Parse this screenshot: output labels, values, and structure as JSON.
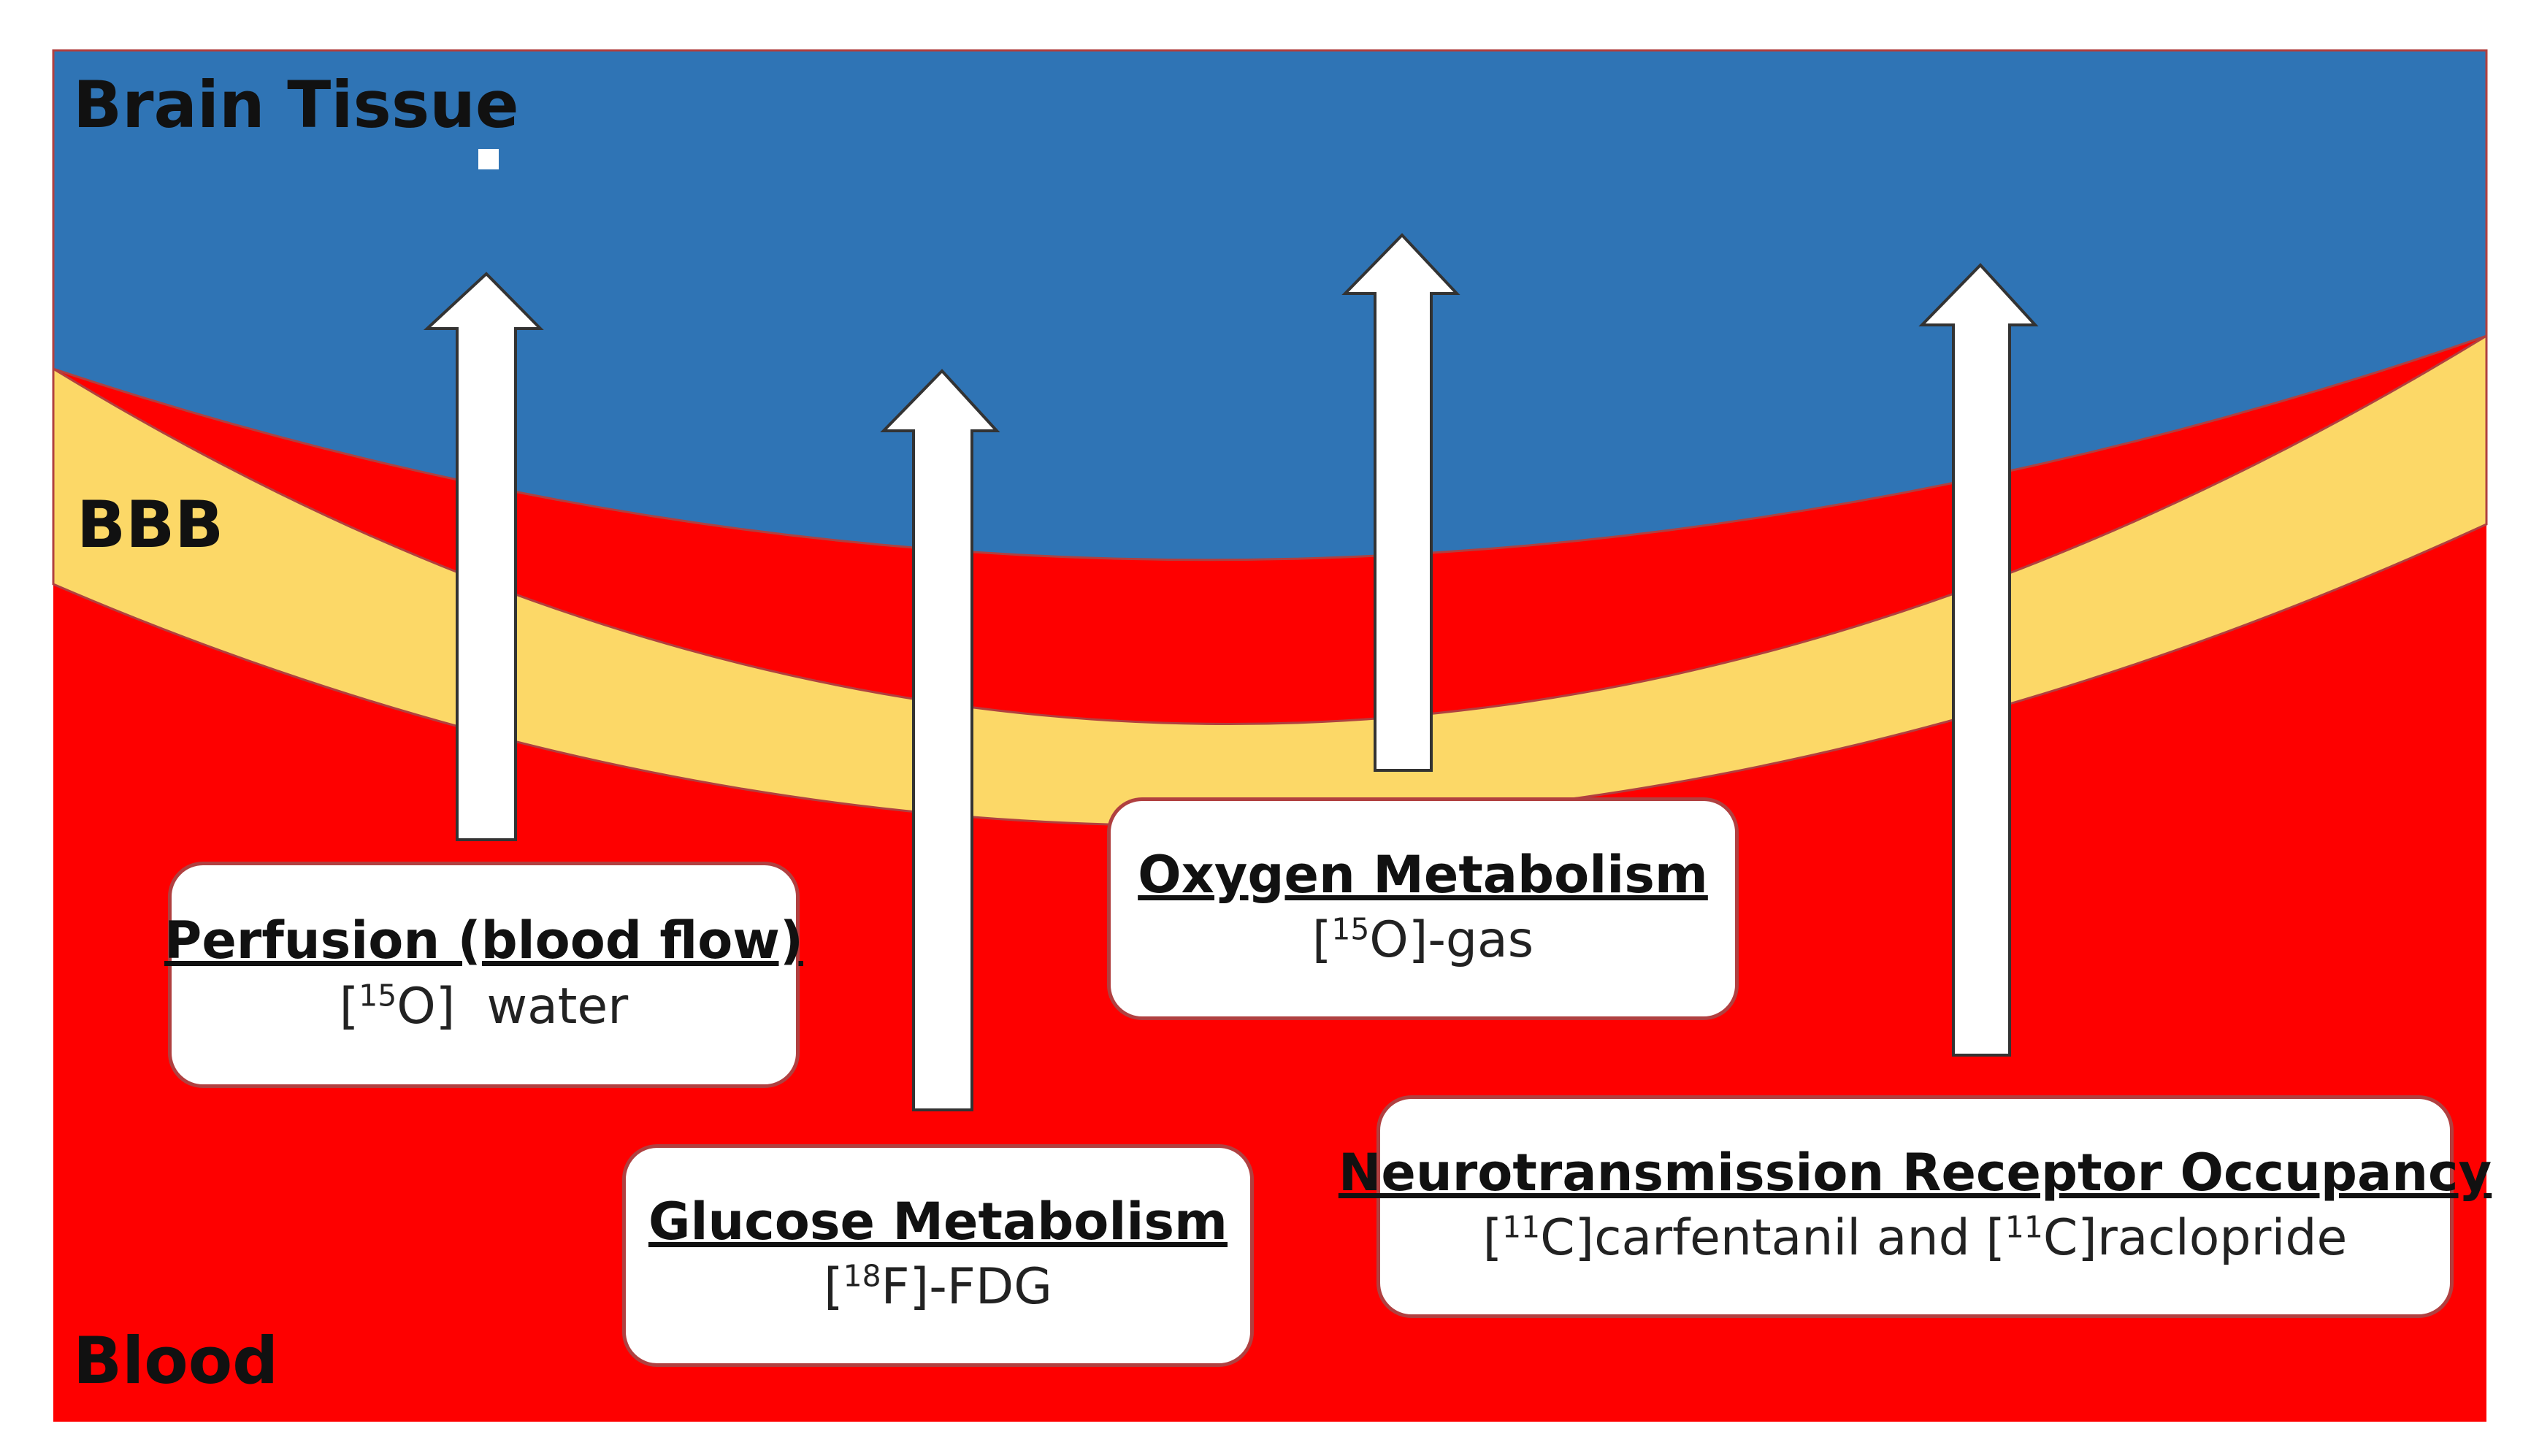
{
  "colors": {
    "brain": "#2f74b5",
    "bbb": "#fcd867",
    "blood": "#fe0000",
    "arrow_fill": "#ffffff",
    "arrow_stroke": "#333333"
  },
  "regions": {
    "brain_tissue": "Brain Tissue",
    "bbb": "BBB",
    "blood": "Blood"
  },
  "processes": [
    {
      "title": "Perfusion (blood flow)",
      "tracer": [
        {
          "t": "["
        },
        {
          "sup": "15"
        },
        {
          "t": "O]  water"
        }
      ]
    },
    {
      "title": "Glucose Metabolism",
      "tracer": [
        {
          "t": "["
        },
        {
          "sup": "18"
        },
        {
          "t": "F]-FDG"
        }
      ]
    },
    {
      "title": "Oxygen Metabolism",
      "tracer": [
        {
          "t": "["
        },
        {
          "sup": "15"
        },
        {
          "t": "O]-gas"
        }
      ]
    },
    {
      "title": "Neurotransmission Receptor Occupancy",
      "tracer": [
        {
          "t": "["
        },
        {
          "sup": "11"
        },
        {
          "t": "C]carfentanil and ["
        },
        {
          "sup": "11"
        },
        {
          "t": "C]raclopride"
        }
      ]
    }
  ]
}
